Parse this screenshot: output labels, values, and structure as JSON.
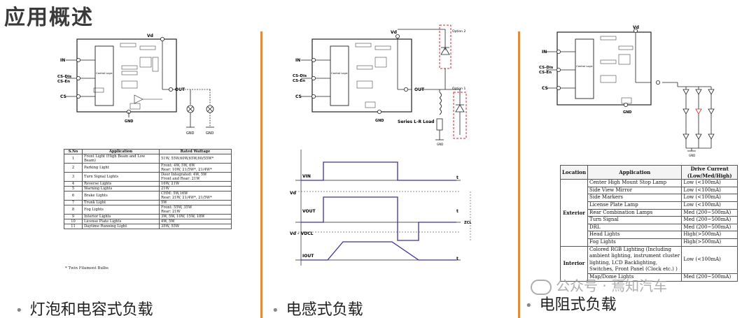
{
  "title": "应用概述",
  "captions": [
    "灯泡和电容式负载",
    "电感式负载",
    "电阻式负载"
  ],
  "watermark": "公众号 · 焉知汽车",
  "diagram_labels": {
    "vd": "Vd",
    "in": "IN",
    "cs_dis": "CS-Dis",
    "cs_en": "CS-En",
    "cs": "CS",
    "out": "OUT",
    "gnd": "GND",
    "control_logic": "Control Logic",
    "option1": "Option 1",
    "option2": "Option 2",
    "series_lr": "Series L-R Load"
  },
  "waveform_labels": {
    "vin": "VIN",
    "vd": "Vd",
    "vout": "VOUT",
    "vd_vdcl": "Vd - VDCL",
    "iout": "IOUT",
    "zcl": "ZCL",
    "t": "t"
  },
  "table1": {
    "headers": [
      "S.No",
      "Application",
      "Rated Wattage"
    ],
    "rows": [
      [
        "1",
        "Front Light (High Beam and Low Beam)",
        "51W, 55W,60W,65W,60/55W*"
      ],
      [
        "2",
        "Parking Light",
        "Front: 4W, 5W, 6W\nRear: 10W, 21/5W*, 21/4W*"
      ],
      [
        "3",
        "Turn Signal Lights",
        "Door Integrated: 4W, 5W\nFront and Rear: 21W"
      ],
      [
        "4",
        "Reverse Lights",
        "16W, 21W"
      ],
      [
        "5",
        "Warning Lights",
        "21W"
      ],
      [
        "6",
        "Brake Lights",
        "CHM: 5W,16W\nRear: 21W, 21/4W*, 21/5W*"
      ],
      [
        "7",
        "Trunk Light",
        "5W"
      ],
      [
        "8",
        "Fog Lights",
        "Front: 55W, 35W\nRear: 21W"
      ],
      [
        "9",
        "Interior Lights",
        "3W, 5W, 10W, 15W, 18W"
      ],
      [
        "10",
        "License Plate Lights",
        "4W, 5W"
      ],
      [
        "11",
        "Daytime Running Light",
        "35W, 55W"
      ]
    ],
    "footnote": "* Twin Filament Bulbs"
  },
  "table2": {
    "headers": [
      "Location",
      "Application",
      "Drive Current (Low/Med/High)"
    ],
    "groups": [
      {
        "location": "Exterior",
        "rows": [
          [
            "Center High Mount Stop Lamp",
            "Low (<100mA)"
          ],
          [
            "Side View Mirror",
            "Low (<100mA)"
          ],
          [
            "Side Markers",
            "Low (<100mA)"
          ],
          [
            "License Plate Lamp",
            "Low (<100mA)"
          ],
          [
            "Rear Combination Lamps",
            "Med (200~500mA)"
          ],
          [
            "Turn Signal",
            "Med (200~500mA)"
          ],
          [
            "DRL",
            "Med (200~500mA)"
          ],
          [
            "Head Lights",
            "High(>500mA)"
          ],
          [
            "Fog Lights",
            "High(>500mA)"
          ]
        ]
      },
      {
        "location": "Interior",
        "rows": [
          [
            "Colored RGB Lighting (Including ambient lighting, instrument cluster lighting, LCD Backlighting, Switches, Front Panel (Clock etc.) )",
            "Low (<100mA)"
          ],
          [
            "Map/Dome Lights",
            "Med (200~500mA)"
          ]
        ]
      }
    ]
  },
  "colors": {
    "divider": "#e6893a",
    "waveform": "#3b2fa0",
    "option_box": "#d9262c"
  }
}
